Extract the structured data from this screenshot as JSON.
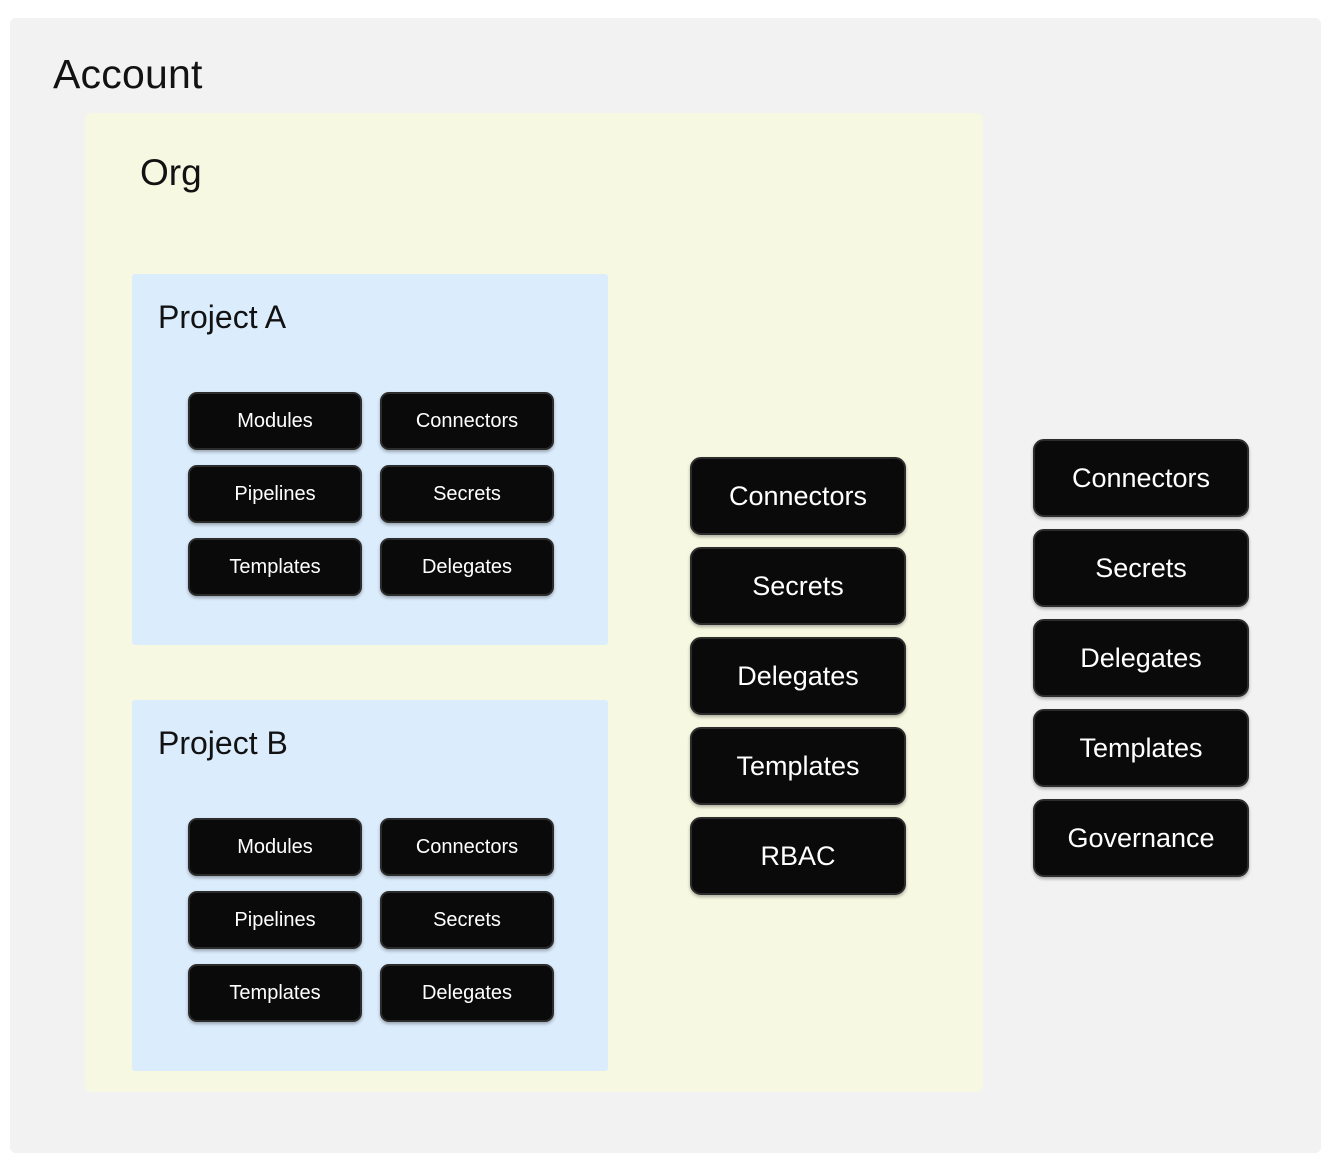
{
  "diagram": {
    "type": "nested-hierarchy",
    "title": "Account"
  },
  "account": {
    "label": "Account",
    "background_color": "#f2f2f2",
    "scopes": [
      {
        "label": "Connectors"
      },
      {
        "label": "Secrets"
      },
      {
        "label": "Delegates"
      },
      {
        "label": "Templates"
      },
      {
        "label": "Governance"
      }
    ],
    "resources": [
      "Connectors",
      "Secrets",
      "Delegates",
      "Templates",
      "Governance"
    ]
  },
  "org": {
    "label": "Org",
    "background_color": "#f6f8e1",
    "resources": [
      "Connectors",
      "Secrets",
      "Delegates",
      "Templates",
      "RBAC"
    ]
  },
  "projects": [
    {
      "label": "Project A",
      "background_color": "#dbecfd",
      "resources": [
        "Modules",
        "Connectors",
        "Pipelines",
        "Secrets",
        "Templates",
        "Delegates"
      ]
    },
    {
      "label": "Project B",
      "background_color": "#dbecfd",
      "resources": [
        "Modules",
        "Connectors",
        "Pipelines",
        "Secrets",
        "Templates",
        "Delegates"
      ]
    }
  ],
  "colors": {
    "page_background": "#ffffff",
    "account_background": "#f2f2f2",
    "org_background": "#f6f8e1",
    "project_background": "#dbecfd",
    "pill_background": "#0a0a0a",
    "pill_border": "#2c2c2c",
    "pill_text": "#ffffff",
    "heading_text": "#121212"
  }
}
